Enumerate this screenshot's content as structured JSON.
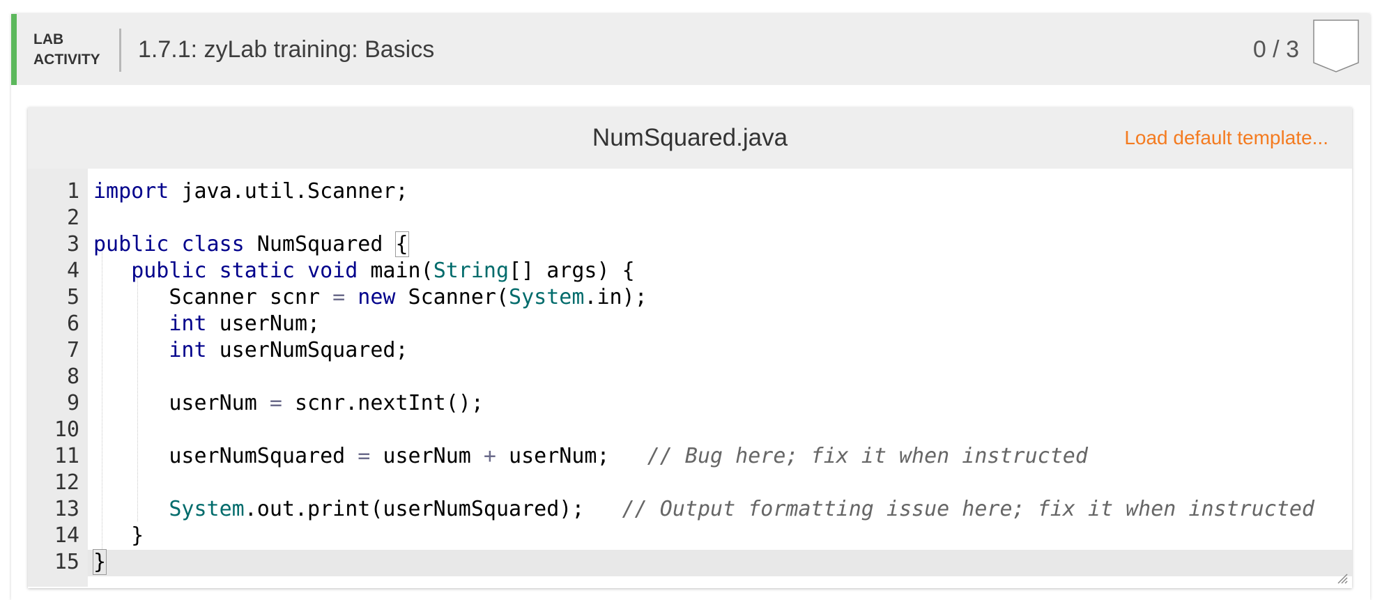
{
  "header": {
    "label_line1": "LAB",
    "label_line2": "ACTIVITY",
    "title": "1.7.1: zyLab training: Basics",
    "score": "0 / 3",
    "accent_color": "#5cb85c"
  },
  "editor": {
    "file_name": "NumSquared.java",
    "load_template_label": "Load default template...",
    "load_template_color": "#f47b20",
    "icons": [
      "completion-badge-icon",
      "resize-handle-icon"
    ],
    "lines": [
      {
        "n": "1",
        "code": "import java.util.Scanner;"
      },
      {
        "n": "2",
        "code": ""
      },
      {
        "n": "3",
        "code": "public class NumSquared {"
      },
      {
        "n": "4",
        "code": "   public static void main(String[] args) {"
      },
      {
        "n": "5",
        "code": "      Scanner scnr = new Scanner(System.in);"
      },
      {
        "n": "6",
        "code": "      int userNum;"
      },
      {
        "n": "7",
        "code": "      int userNumSquared;"
      },
      {
        "n": "8",
        "code": ""
      },
      {
        "n": "9",
        "code": "      userNum = scnr.nextInt();"
      },
      {
        "n": "10",
        "code": ""
      },
      {
        "n": "11",
        "code": "      userNumSquared = userNum + userNum;   // Bug here; fix it when instructed"
      },
      {
        "n": "12",
        "code": ""
      },
      {
        "n": "13",
        "code": "      System.out.print(userNumSquared);   // Output formatting issue here; fix it when instructed"
      },
      {
        "n": "14",
        "code": "   }"
      },
      {
        "n": "15",
        "code": "}"
      }
    ]
  }
}
